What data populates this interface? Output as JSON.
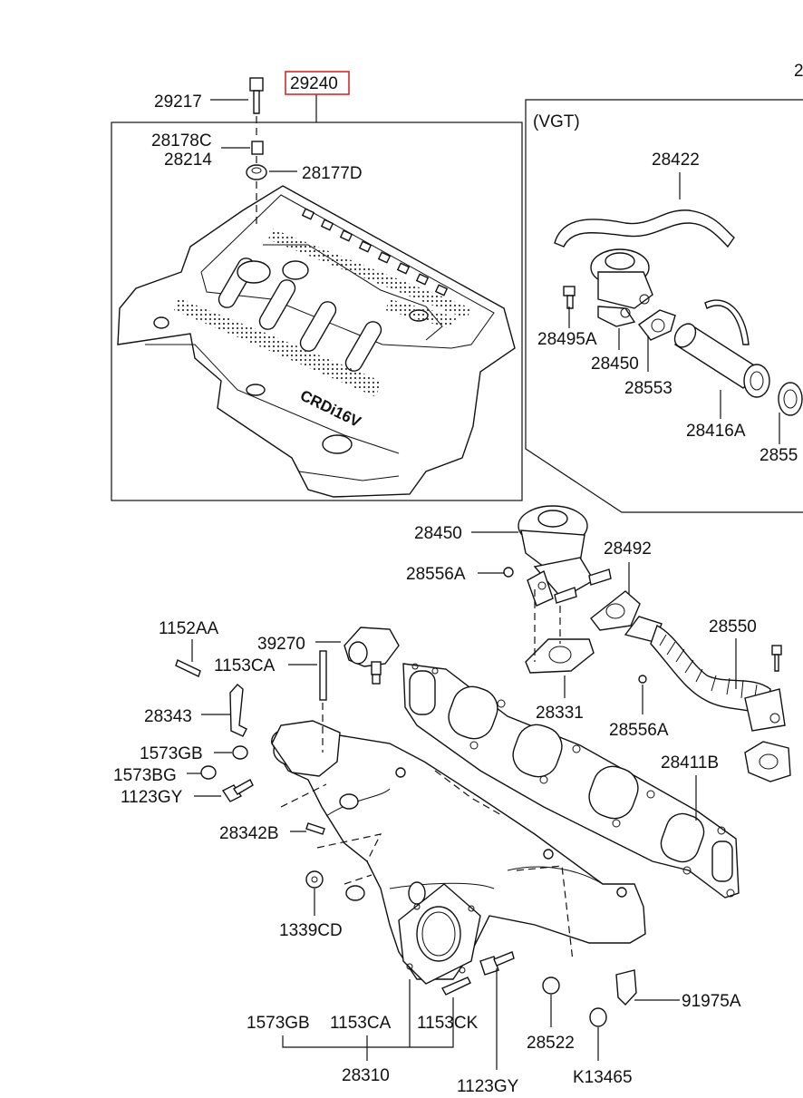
{
  "labels": {
    "p29217": "29217",
    "p29240": "29240",
    "p28178C": "28178C",
    "p28214": "28214",
    "p28177D": "28177D",
    "vgt": "(VGT)",
    "p28422": "28422",
    "p28495A": "28495A",
    "p28450_top": "28450",
    "p28553": "28553",
    "p28416A": "28416A",
    "p2855_cut": "2855",
    "top_right_cut": "2",
    "p28450": "28450",
    "p28492": "28492",
    "p28556A_1": "28556A",
    "p28550": "28550",
    "p1152AA": "1152AA",
    "p39270": "39270",
    "p1153CA_1": "1153CA",
    "p28343": "28343",
    "p28331": "28331",
    "p28556A_2": "28556A",
    "p1573GB_1": "1573GB",
    "p1573BG": "1573BG",
    "p1123GY_1": "1123GY",
    "p28411B": "28411B",
    "p28342B": "28342B",
    "p1339CD": "1339CD",
    "p91975A": "91975A",
    "p1573GB_2": "1573GB",
    "p1153CA_2": "1153CA",
    "p1153CK": "1153CK",
    "p28522": "28522",
    "p28310": "28310",
    "pK13465": "K13465",
    "p1123GY_2": "1123GY"
  },
  "engine_cover_text": "CRDi16V",
  "highlight_color": "#d62828"
}
